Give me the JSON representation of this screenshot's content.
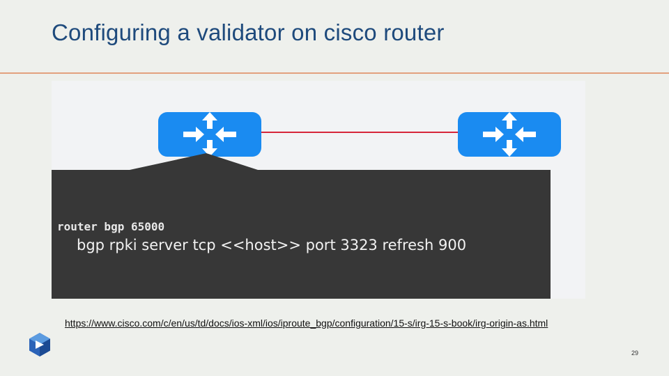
{
  "slide": {
    "title": "Configuring a validator on cisco router",
    "page_number": "29"
  },
  "figure": {
    "command_line1": "router bgp 65000",
    "command_line2": "bgp rpki server tcp <<host>> port 3323 refresh 900",
    "icons": [
      "router-icon",
      "router-icon"
    ],
    "colors": {
      "router": "#1a8bf1",
      "link_line": "#d6263a",
      "terminal": "#373737"
    }
  },
  "reference": {
    "url": "https://www.cisco.com/c/en/us/td/docs/ios-xml/ios/iproute_bgp/configuration/15-s/irg-15-s-book/irg-origin-as.html"
  },
  "colors": {
    "title": "#1e4a7c",
    "rule": "#e2a17e",
    "background": "#eef0ec"
  }
}
